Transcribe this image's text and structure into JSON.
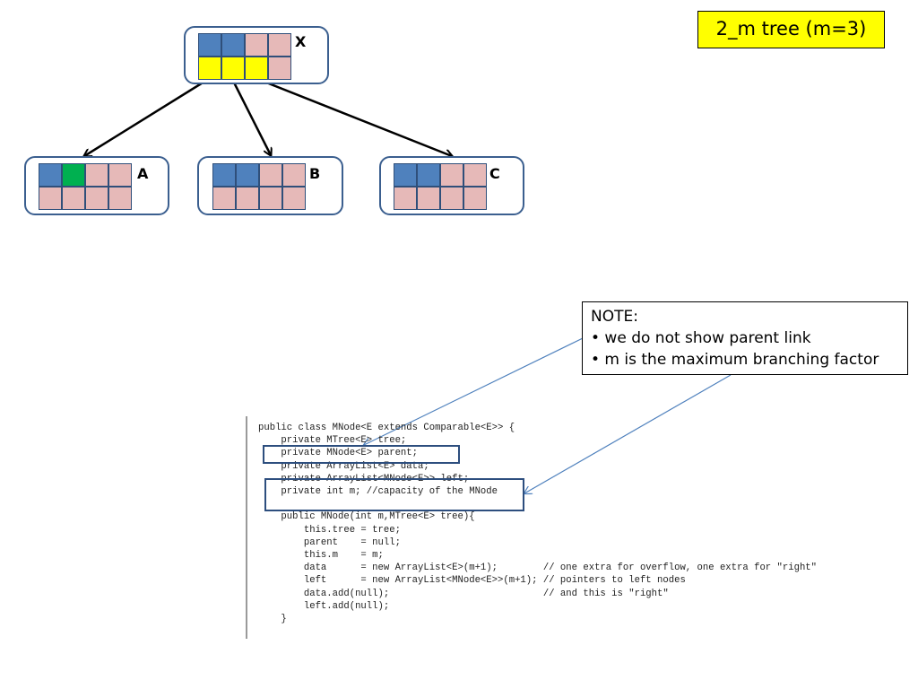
{
  "title": "2_m tree (m=3)",
  "nodes": {
    "x": {
      "label": "X",
      "top": [
        "blue",
        "blue",
        "pink",
        "pink"
      ],
      "bottom": [
        "yellow",
        "yellow",
        "yellow",
        "pink"
      ]
    },
    "a": {
      "label": "A",
      "top": [
        "blue",
        "green",
        "pink",
        "pink"
      ],
      "bottom": [
        "pink",
        "pink",
        "pink",
        "pink"
      ]
    },
    "b": {
      "label": "B",
      "top": [
        "blue",
        "blue",
        "pink",
        "pink"
      ],
      "bottom": [
        "pink",
        "pink",
        "pink",
        "pink"
      ]
    },
    "c": {
      "label": "C",
      "top": [
        "blue",
        "blue",
        "pink",
        "pink"
      ],
      "bottom": [
        "pink",
        "pink",
        "pink",
        "pink"
      ]
    }
  },
  "note": {
    "heading": "NOTE:",
    "items": [
      "• we do not show parent link",
      "• m is the maximum branching factor"
    ]
  },
  "code": {
    "lines": [
      "public class MNode<E extends Comparable<E>> {",
      "    private MTree<E> tree;",
      "    private MNode<E> parent;",
      "    private ArrayList<E> data;",
      "    private ArrayList<MNode<E>> left;",
      "    private int m; //capacity of the MNode",
      "",
      "    public MNode(int m,MTree<E> tree){",
      "        this.tree = tree;",
      "        parent    = null;",
      "        this.m    = m;",
      "        data      = new ArrayList<E>(m+1);        // one extra for overflow, one extra for \"right\"",
      "        left      = new ArrayList<MNode<E>>(m+1); // pointers to left nodes",
      "        data.add(null);                           // and this is \"right\"",
      "        left.add(null);",
      "    }"
    ]
  },
  "colors": {
    "blue": "#4f81bd",
    "pink": "#e6b9b8",
    "yellow": "#ffff00",
    "green": "#00b050",
    "node_border": "#3b5f8f",
    "arrow_note": "#4f81bd",
    "arrow_tree": "#000000"
  }
}
